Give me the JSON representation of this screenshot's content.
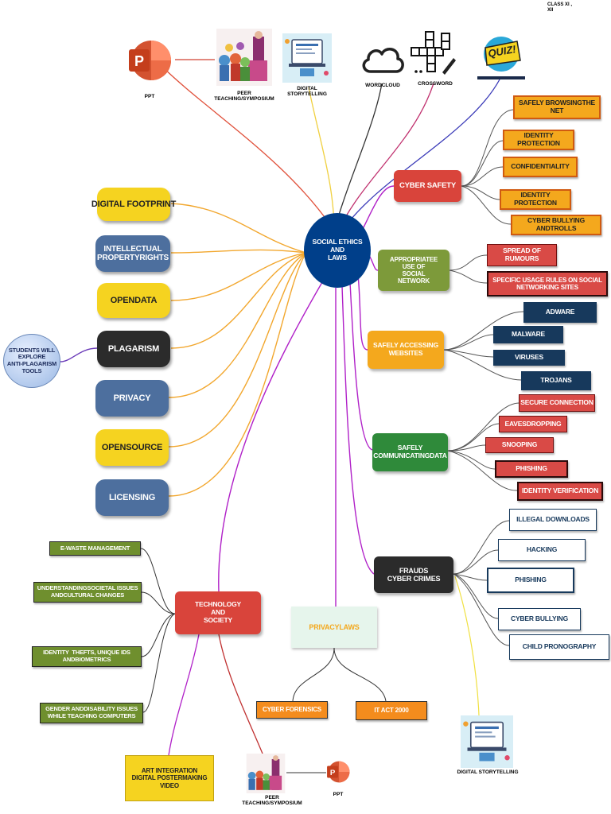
{
  "header": {
    "class_label": "CLASS XI ,\nXII"
  },
  "center": {
    "label": "SOCIAL ETHICS\nAND\nLAWS"
  },
  "top_items": {
    "ppt": "PPT",
    "peer": "PEER\nTEACHING/SYMPOSIUM",
    "digital_storytelling": "DIGITAL\nSTORYTELLING",
    "wordcloud": "WORDCLOUD",
    "crossword": "CROSSWORD",
    "quiz": "QUIZ!"
  },
  "left_pills": [
    "DIGITAL FOOTPRINT",
    "INTELLECTUAL\nPROPERTYRIGHTS",
    "OPENDATA",
    "PLAGARISM",
    "PRIVACY",
    "OPENSOURCE",
    "LICENSING"
  ],
  "students_note": "STUDENTS WILL\nEXPLORE\nANTI-PLAGARISM\nTOOLS",
  "right_branches": {
    "cyber_safety": {
      "label": "CYBER SAFETY",
      "items": [
        "SAFELY BROWSINGTHE NET",
        "IDENTITY  PROTECTION",
        "CONFIDENTIALITY",
        "IDENTITY  PROTECTION",
        "CYBER BULLYING ANDTROLLS"
      ]
    },
    "social_network": {
      "label": "APPROPRIATEE\nUSE OF\nSOCIAL\nNETWORK",
      "items": [
        "SPREAD OF RUMOURS",
        "SPECIFIC USAGE RULES ON SOCIAL\nNETWORKING SITES"
      ]
    },
    "websites": {
      "label": "SAFELY ACCESSING\nWEBSITES",
      "items": [
        "ADWARE",
        "MALWARE",
        "VIRUSES",
        "TROJANS"
      ]
    },
    "data": {
      "label": "SAFELY\nCOMMUNICATINGDATA",
      "items": [
        "SECURE CONNECTION",
        "EAVESDROPPING",
        "SNOOPING",
        "PHISHING",
        "IDENTITY  VERIFICATION"
      ]
    },
    "frauds": {
      "label": "FRAUDS\nCYBER CRIMES",
      "items": [
        "ILLEGAL  DOWNLOADS",
        "HACKING",
        "PHISHING",
        "CYBER BULLYING",
        "CHILD PRONOGRAPHY"
      ]
    }
  },
  "technology": {
    "label": "TECHNOLOGY\nAND\nSOCIETY",
    "items": [
      "E-WASTE MANAGEMENT",
      "UNDERSTANDINGSOCIETAL ISSUES\nANDCULTURAL CHANGES",
      "IDENTITY  THEFTS, UNIQUE IDS\nANDBIOMETRICS",
      "GENDER ANDDISABILITY ISSUES\nWHILE TEACHING COMPUTERS"
    ]
  },
  "privacy_laws": {
    "label": "PRIVACYLAWS",
    "items": [
      "CYBER FORENSICS",
      "IT ACT 2000"
    ]
  },
  "bottom": {
    "art_integration": "ART INTEGRATION\nDIGITAL POSTERMAKING\nVIDEO",
    "peer": "PEER\nTEACHING/SYMPOSIUM",
    "ppt": "PPT",
    "digital_storytelling": "DIGITAL STORYTELLING"
  },
  "colors": {
    "navy": "#003f8a",
    "yellow": "#f5d320",
    "steel_blue": "#4d6f9e",
    "dark": "#2b2b2b",
    "red": "#d9443b",
    "olive": "#7d9a3a",
    "orange": "#f4a81d",
    "green": "#2f8a3a",
    "pink_box": "#d94a46",
    "dark_navy_box": "#17395c",
    "mint": "#e6f5ec",
    "orange_wire": "#f2a72e",
    "purple_wire": "#b020c8"
  }
}
